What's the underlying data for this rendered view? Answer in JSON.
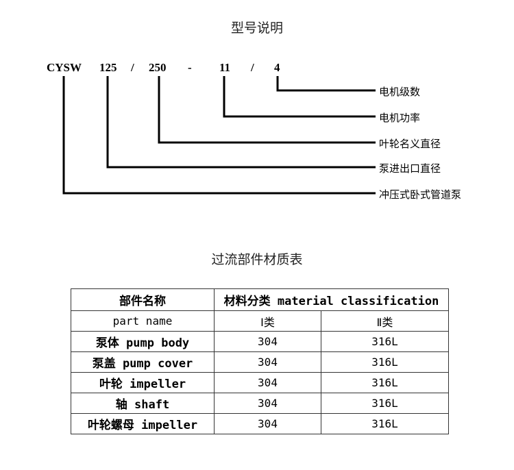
{
  "model_section": {
    "title": "型号说明",
    "code": [
      "CYSW",
      "125",
      "/",
      "250",
      "-",
      "11",
      "/",
      "4"
    ],
    "labels": [
      "电机级数",
      "电机功率",
      "叶轮名义直径",
      "泵进出口直径",
      "冲压式卧式管道泵"
    ]
  },
  "material_section": {
    "title": "过流部件材质表",
    "header": {
      "part_cn": "部件名称",
      "part_en": "part name",
      "material": "材料分类 material classification",
      "class1": "Ⅰ类",
      "class2": "Ⅱ类"
    },
    "rows": [
      {
        "part": "泵体 pump body",
        "c1": "304",
        "c2": "316L"
      },
      {
        "part": "泵盖 pump cover",
        "c1": "304",
        "c2": "316L"
      },
      {
        "part": "叶轮 impeller",
        "c1": "304",
        "c2": "316L"
      },
      {
        "part": "轴 shaft",
        "c1": "304",
        "c2": "316L"
      },
      {
        "part": "叶轮螺母 impeller",
        "c1": "304",
        "c2": "316L"
      }
    ]
  }
}
